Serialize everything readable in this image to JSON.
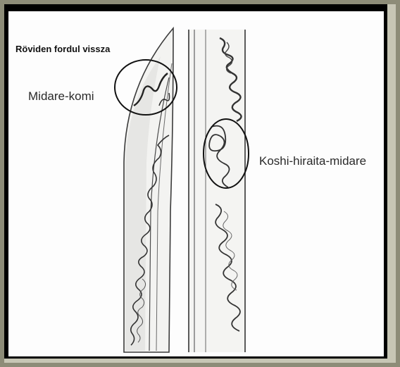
{
  "labels": {
    "top_note": "Röviden fordul vissza",
    "left_pattern": "Midare-komi",
    "right_pattern": "Koshi-hiraita-midare"
  },
  "colors": {
    "frame": "#8d8c78",
    "background": "#000000",
    "paper": "#fdfdfd",
    "ink": "#2a2a2a"
  }
}
